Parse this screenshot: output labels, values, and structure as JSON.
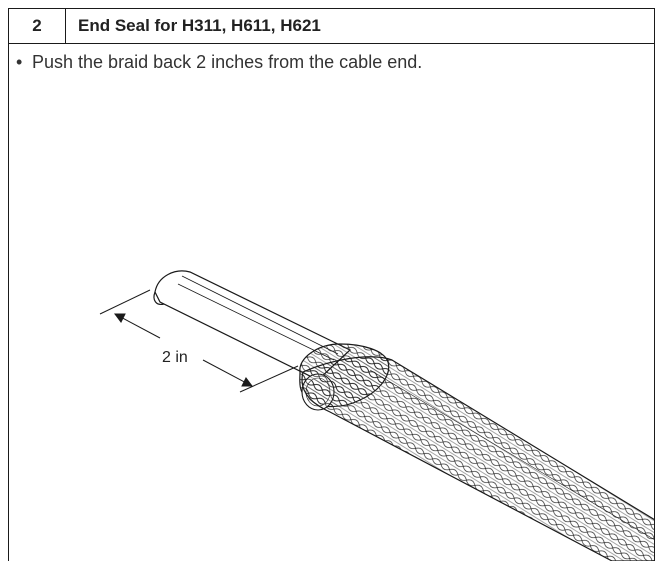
{
  "step": {
    "number": "2",
    "title": "End Seal for H311, H611, H621"
  },
  "instruction": {
    "bullet": "•",
    "text": "Push the braid back 2 inches from the cable end."
  },
  "figure": {
    "dimension_label": "2 in"
  }
}
